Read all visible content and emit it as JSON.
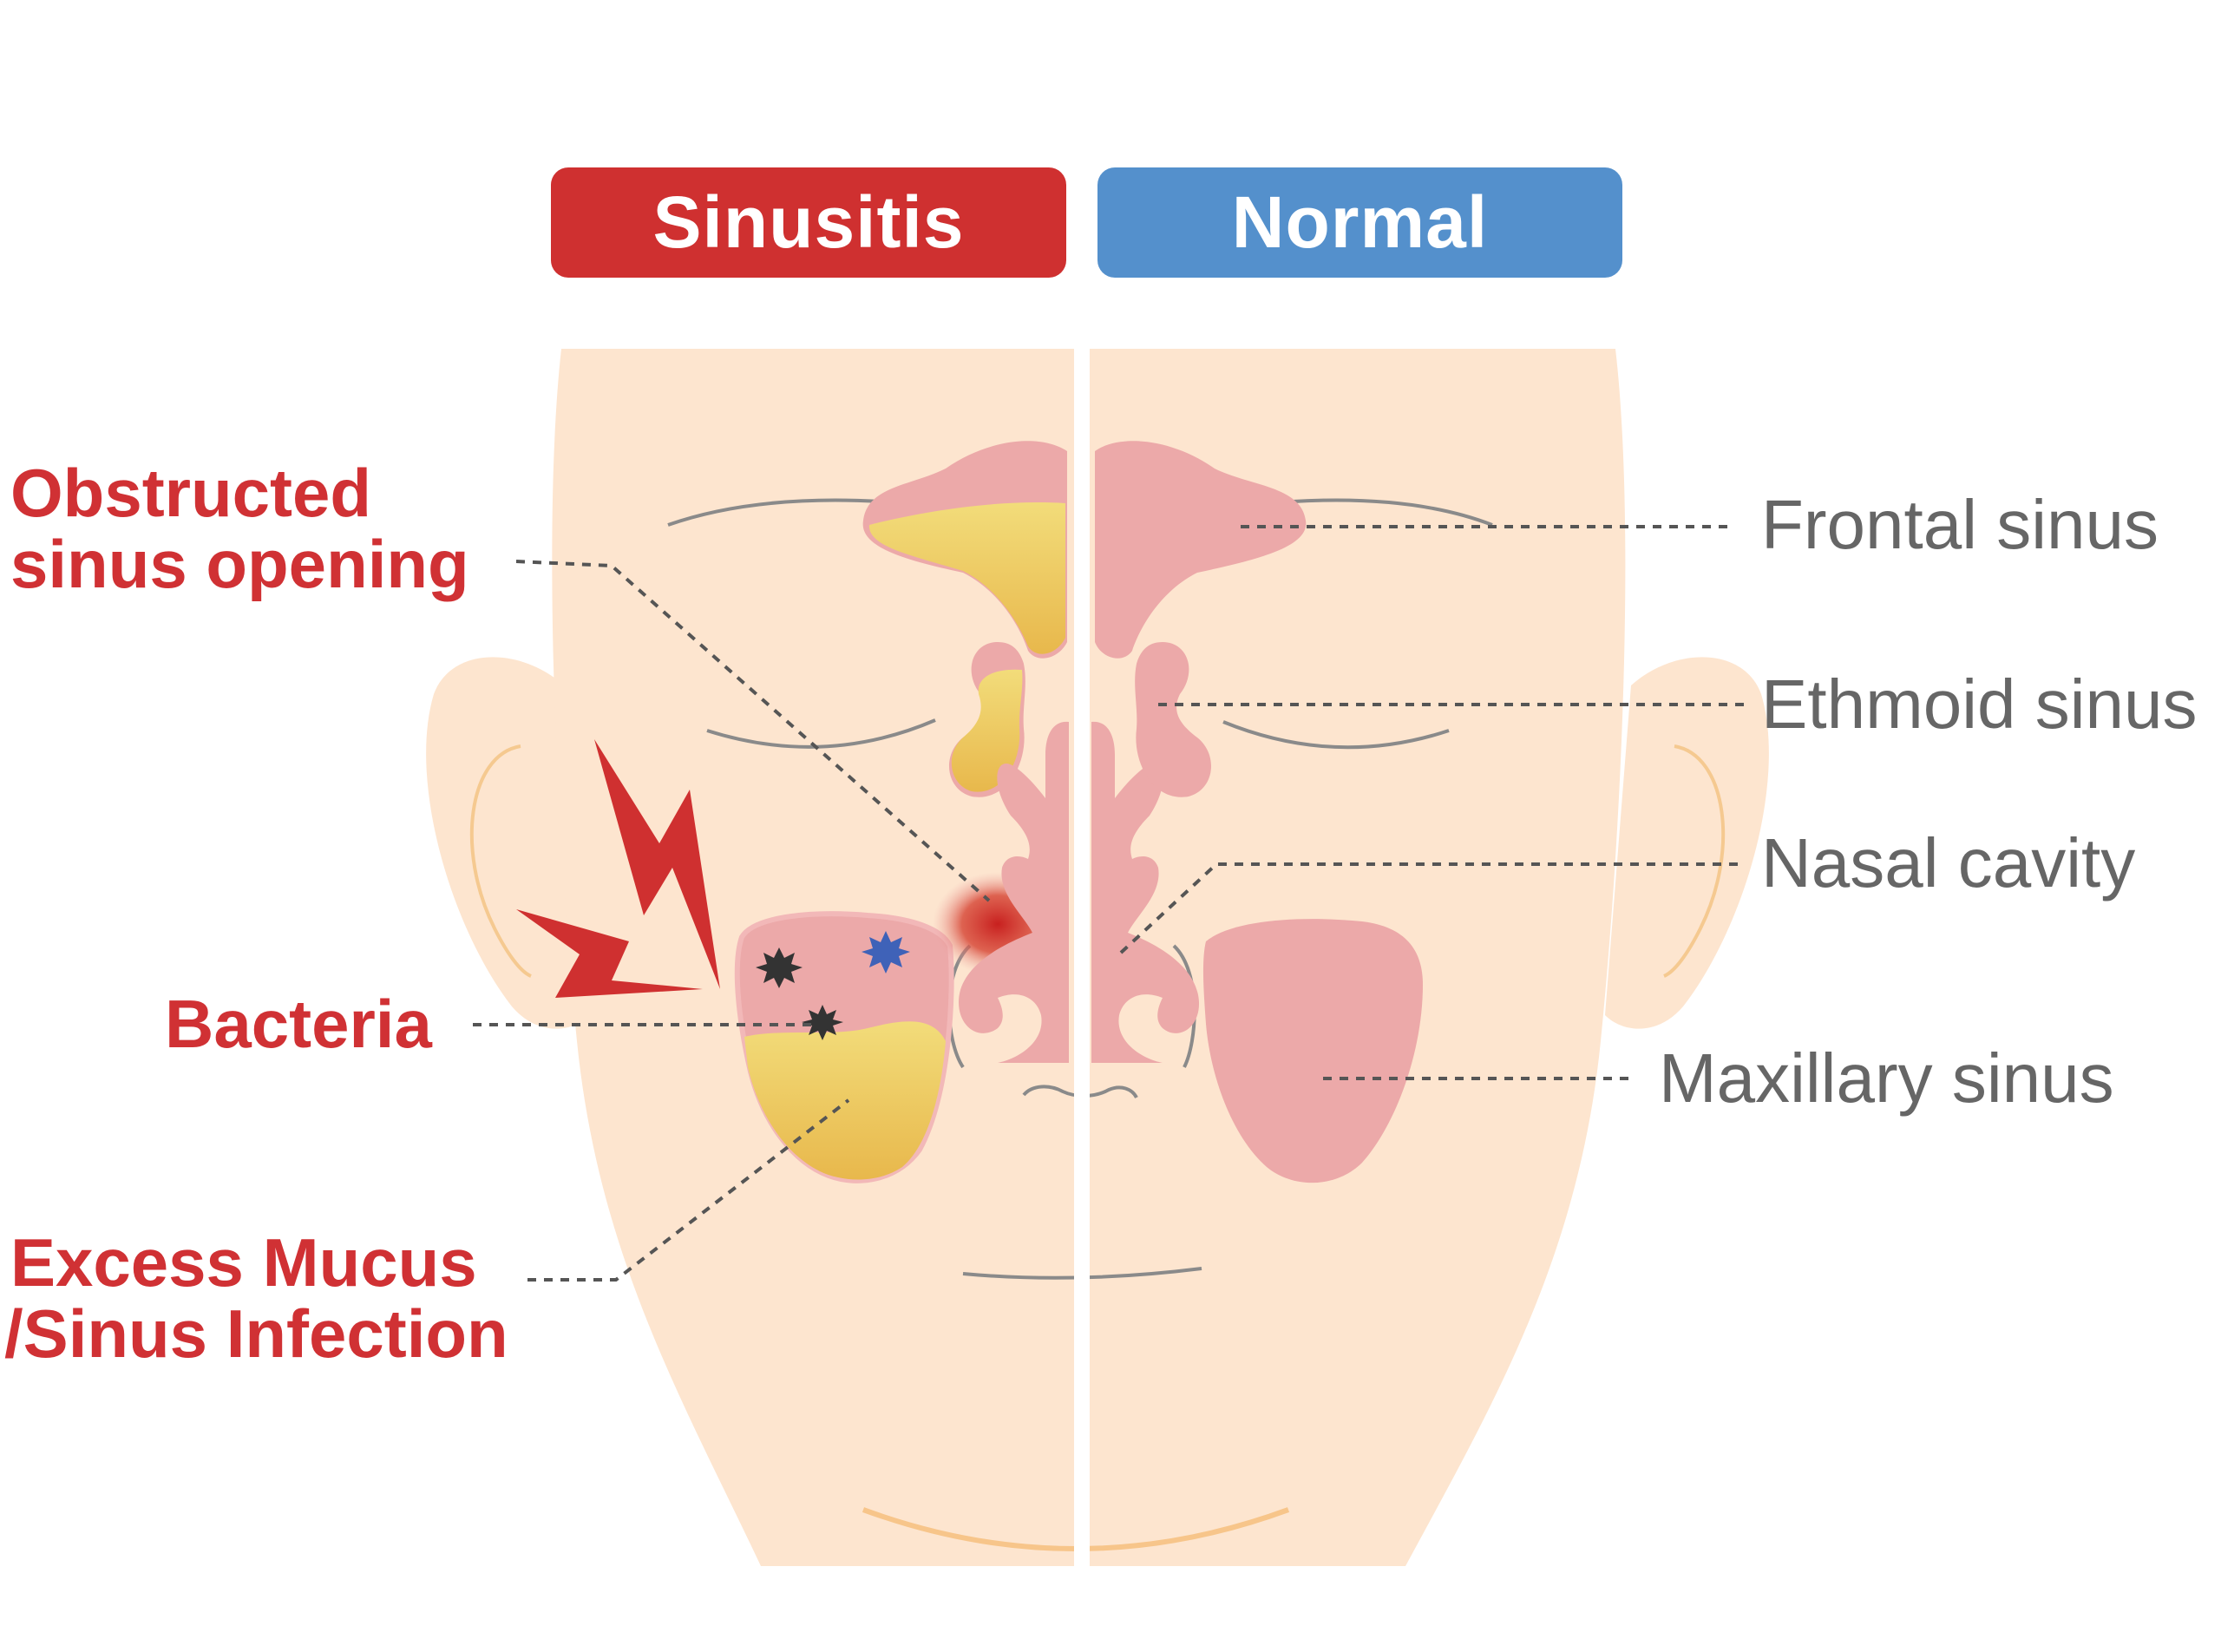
{
  "headers": {
    "sinusitis": "Sinusitis",
    "normal": "Normal"
  },
  "labels_left": {
    "obstructed_line1": "Obstructed",
    "obstructed_line2": "sinus opening",
    "bacteria": "Bacteria",
    "mucus_line1": "Excess Mucus",
    "mucus_line2": "/Sinus Infection"
  },
  "labels_right": {
    "frontal": "Frontal sinus",
    "ethmoid": "Ethmoid sinus",
    "nasal": "Nasal cavity",
    "maxillary": "Maxillary sinus"
  },
  "colors": {
    "skin": "#fde5cf",
    "sinus_pink": "#eca9a9",
    "sinus_border": "#f2b8b8",
    "mucus_yellow": "#ecc253",
    "alert_red": "#cf3030",
    "normal_blue": "#5490cc",
    "bacteria_dark": "#333333",
    "bacteria_blue": "#3f62b8"
  }
}
